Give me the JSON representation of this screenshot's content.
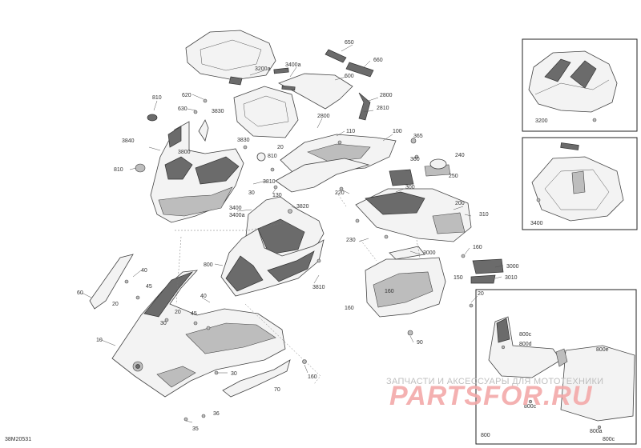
{
  "diagram_code": "38M20531",
  "callouts": {
    "c650": "650",
    "c660": "660",
    "c600": "600",
    "c3200a": "3200a",
    "c3400a": "3400a",
    "c620": "620",
    "c630": "630",
    "c3830a": "3830",
    "c810a": "810",
    "c2800a": "2800",
    "c2810": "2810",
    "c2800b": "2800",
    "c110": "110",
    "c100": "100",
    "c365": "365",
    "c3840": "3840",
    "c3800": "3800",
    "c20a": "20",
    "c810b": "810",
    "c3830b": "3830",
    "c360": "360",
    "c240": "240",
    "c250": "250",
    "c810c": "810",
    "c3810a": "3810",
    "c30a": "30",
    "c130": "130",
    "c220": "220",
    "c300": "300",
    "c200": "200",
    "c310": "310",
    "c3400": "3400",
    "c3400a2": "3400a",
    "c3820": "3820",
    "c230": "230",
    "c160a": "160",
    "c3000a": "3000",
    "c3000b": "3000",
    "c3010": "3010",
    "c800": "800",
    "c3810b": "3810",
    "c150": "150",
    "c160b": "160",
    "c160c": "160",
    "c20b": "20",
    "c60": "60",
    "c40a": "40",
    "c45a": "45",
    "c20c": "20",
    "c40b": "40",
    "c20d": "20",
    "c45b": "45",
    "c30b": "30",
    "c10": "10",
    "c90": "90",
    "c30c": "30",
    "c160d": "160",
    "c70": "70",
    "c35": "35",
    "c36": "36",
    "inset_top": "3200",
    "inset_mid": "3400",
    "inset_800c1": "800c",
    "inset_800d": "800d",
    "inset_800e": "800e",
    "inset_800c2": "800c",
    "inset_800a": "800a",
    "inset_800c3": "800c",
    "inset_800": "800"
  },
  "watermark": {
    "line1": "ЗАПЧАСТИ И АКСЕССУАРЫ ДЛЯ МОТОТЕХНИКИ",
    "line2": "PARTSFOR.RU"
  },
  "colors": {
    "ink": "#333333",
    "panel": "#f3f3f3",
    "dark_part": "#6b6b6b",
    "watermark_red": "#f3a9a9"
  }
}
